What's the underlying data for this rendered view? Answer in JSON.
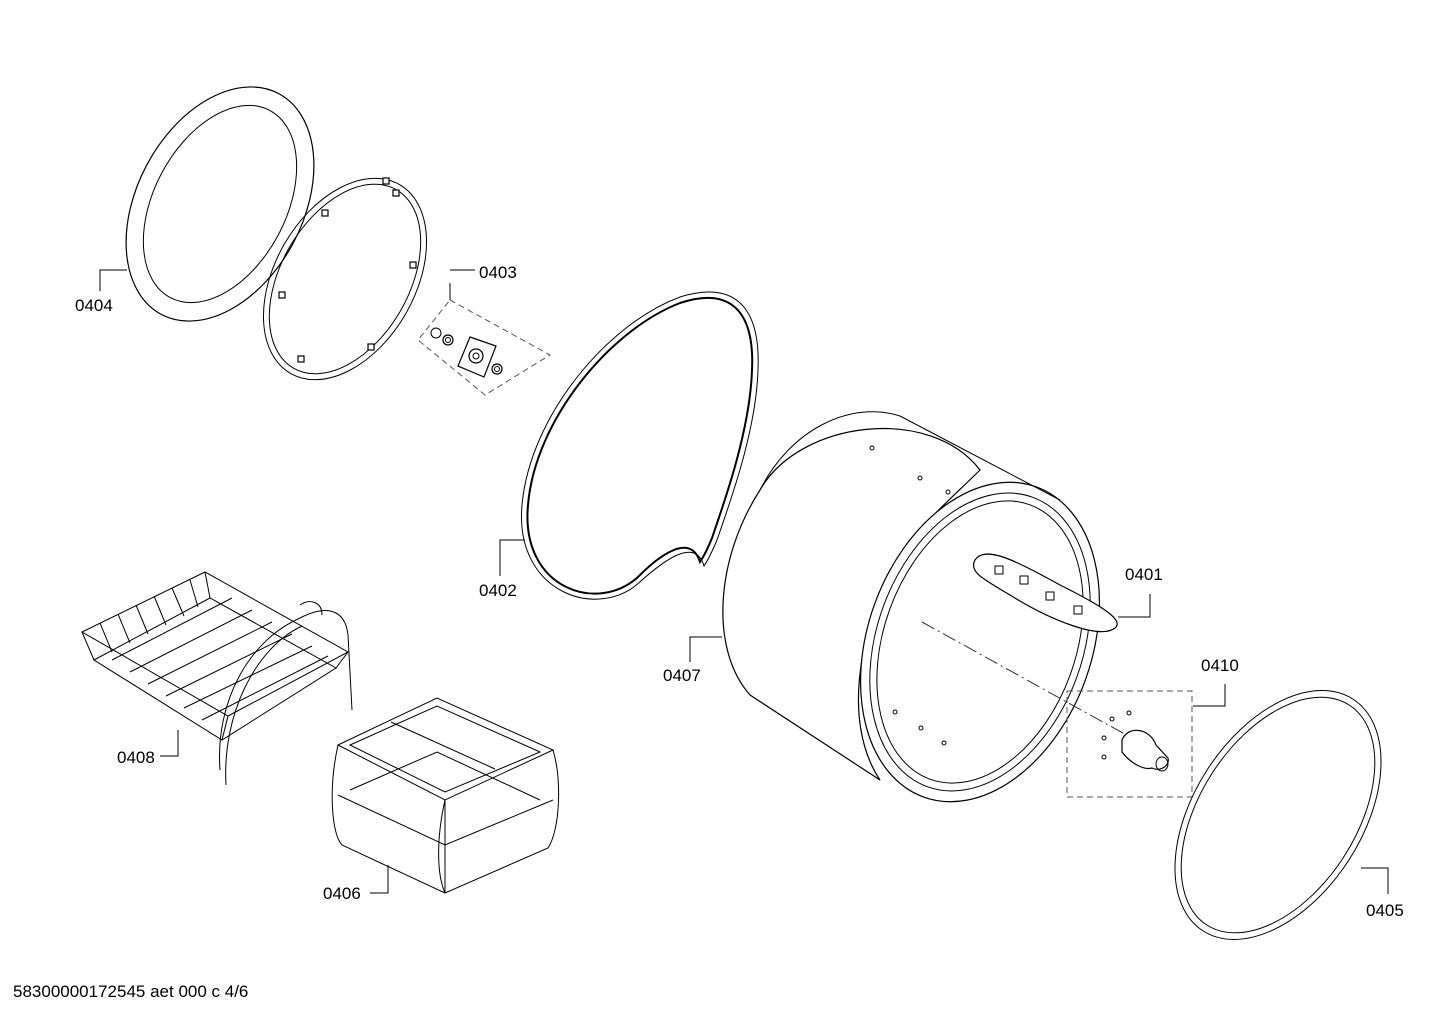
{
  "labels": {
    "p0401": "0401",
    "p0402": "0402",
    "p0403": "0403",
    "p0404": "0404",
    "p0405": "0405",
    "p0406": "0406",
    "p0407": "0407",
    "p0408": "0408",
    "p0410": "0410"
  },
  "footer": "58300000172545 aet 000 c 4/6"
}
